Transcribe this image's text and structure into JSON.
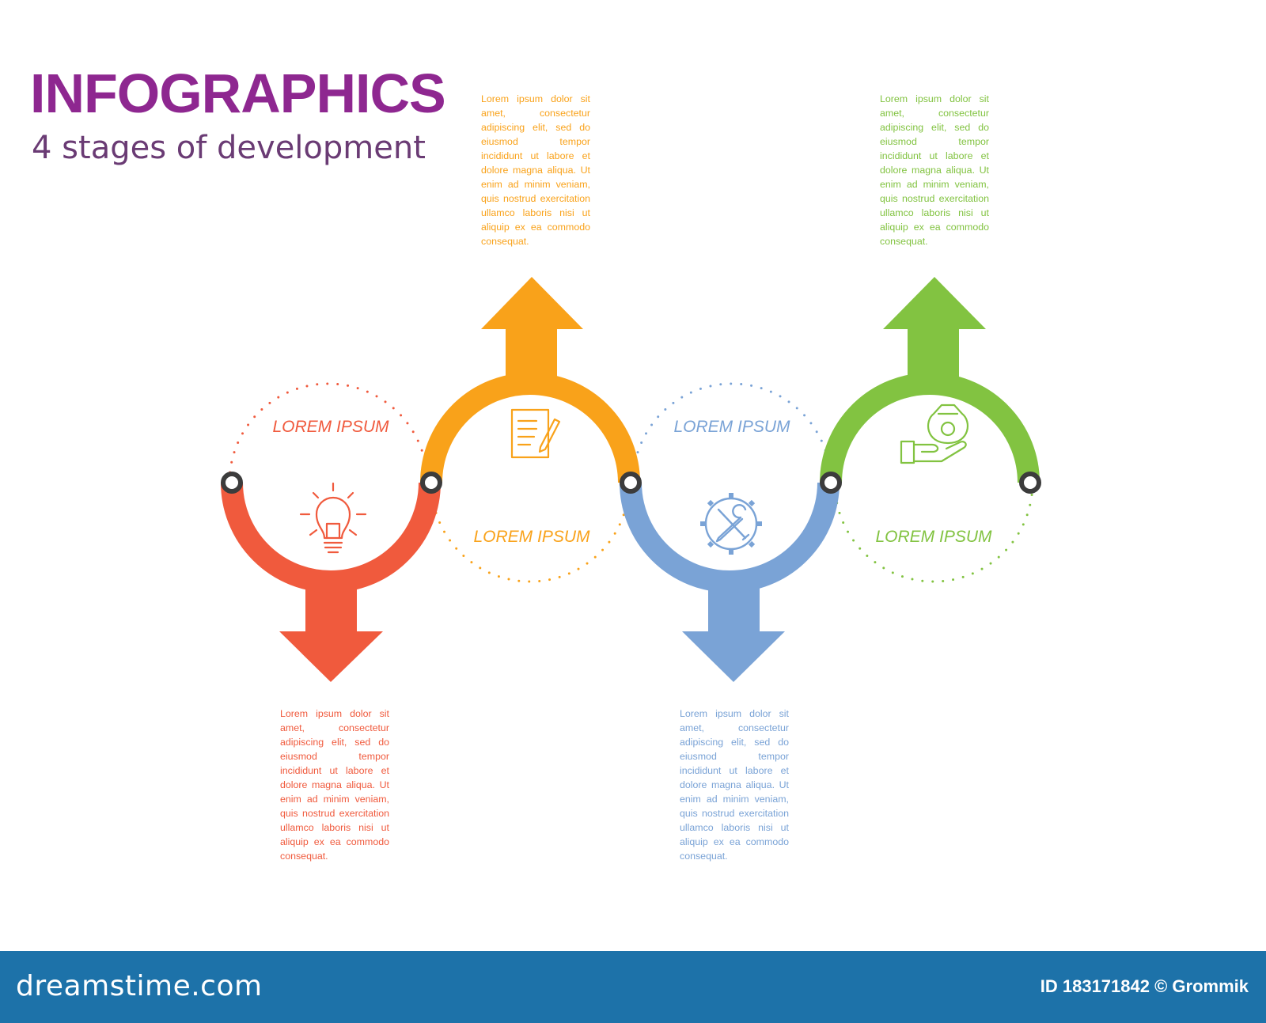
{
  "header": {
    "title": "INFOGRAPHICS",
    "subtitle": "4 stages of development"
  },
  "stages": [
    {
      "label": "LOREM IPSUM",
      "color": "#f05a3d",
      "direction": "down",
      "icon": "lightbulb-icon",
      "text": "Lorem ipsum dolor sit amet, consectetur adipiscing elit, sed do eiusmod tempor incididunt ut labore et dolore magna aliqua. Ut enim ad minim veniam, quis nostrud exercitation ullamco laboris nisi ut aliquip ex ea commodo consequat."
    },
    {
      "label": "LOREM IPSUM",
      "color": "#f9a21a",
      "direction": "up",
      "icon": "document-pen-icon",
      "text": "Lorem ipsum dolor sit amet, consectetur adipiscing elit, sed do eiusmod tempor incididunt ut labore et dolore magna aliqua. Ut enim ad minim veniam, quis nostrud exercitation ullamco laboris nisi ut aliquip ex ea commodo consequat."
    },
    {
      "label": "LOREM IPSUM",
      "color": "#7aa3d6",
      "direction": "down",
      "icon": "gear-tools-icon",
      "text": "Lorem ipsum dolor sit amet, consectetur adipiscing elit, sed do eiusmod tempor incididunt ut labore et dolore magna aliqua. Ut enim ad minim veniam, quis nostrud exercitation ullamco laboris nisi ut aliquip ex ea commodo consequat."
    },
    {
      "label": "LOREM IPSUM",
      "color": "#82c341",
      "direction": "up",
      "icon": "money-bag-hand-icon",
      "text": "Lorem ipsum dolor sit amet, consectetur adipiscing elit, sed do eiusmod tempor incididunt ut labore et dolore magna aliqua. Ut enim ad minim veniam, quis nostrud exercitation ullamco laboris nisi ut aliquip ex ea commodo consequat."
    }
  ],
  "footer": {
    "brand": "dreamstime.com",
    "credit": "ID 183171842 © Grommik"
  },
  "colors": {
    "title": "#8e2790",
    "footer": "#1d72a9",
    "node": "#3c3c3c"
  }
}
